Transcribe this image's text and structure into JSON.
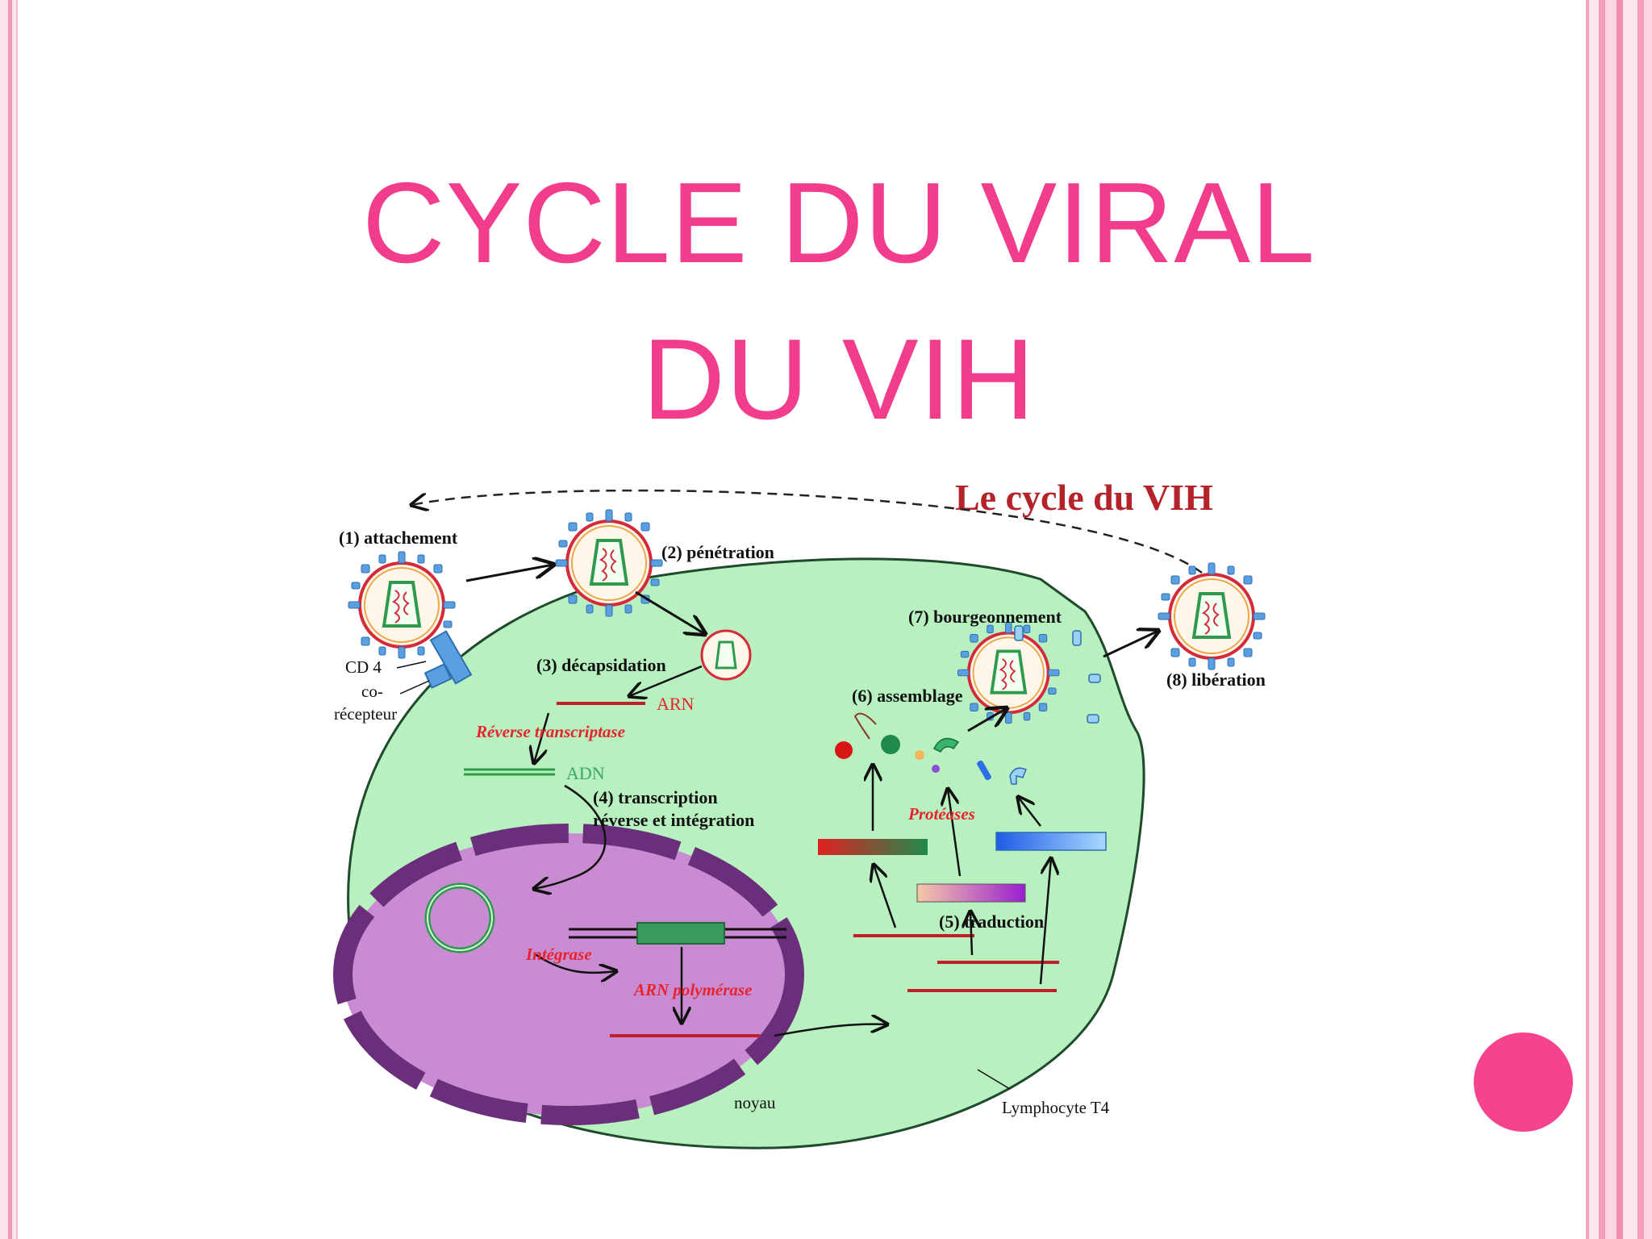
{
  "slide": {
    "title_line1": "CYCLE DU VIRAL",
    "title_line2": "DU VIH",
    "colors": {
      "title": "#f23d8c",
      "accent_dot": "#f5438e",
      "cell": "#b8f0c0",
      "nucleus": "#c98bd1",
      "nucleus_border": "#6a2e7a"
    }
  },
  "diagram": {
    "heading": "Le cycle du VIH",
    "steps": {
      "s1": "(1) attachement",
      "s2": "(2) pénétration",
      "s3": "(3) décapsidation",
      "s4a": "(4) transcription",
      "s4b": "réverse et intégration",
      "s5": "(5) traduction",
      "s6": "(6) assemblage",
      "s7": "(7) bourgeonnement",
      "s8": "(8) libération"
    },
    "labels": {
      "cd4": "CD 4",
      "co1": "co-",
      "co2": "récepteur",
      "arn": "ARN",
      "adn": "ADN",
      "noyau": "noyau",
      "lymphocyte": "Lymphocyte T4"
    },
    "enzymes": {
      "rt": "Réverse transcriptase",
      "integrase": "Intégrase",
      "arn_pol": "ARN polymérase",
      "proteases": "Protéases"
    }
  }
}
